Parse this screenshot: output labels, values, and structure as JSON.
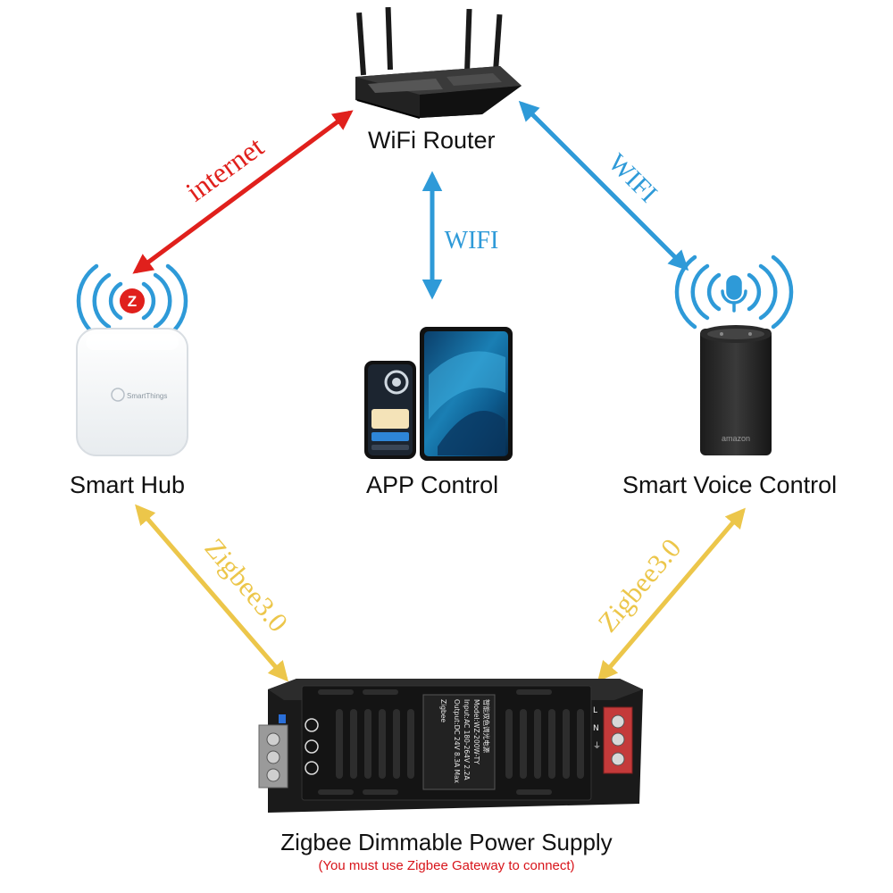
{
  "nodes": {
    "router": {
      "label": "WiFi Router"
    },
    "hub": {
      "label": "Smart Hub",
      "badge": "Z",
      "brand_text": "SmartThings"
    },
    "app": {
      "label": "APP Control"
    },
    "voice": {
      "label": "Smart Voice Control",
      "brand_text": "amazon"
    },
    "power_supply": {
      "label": "Zigbee Dimmable Power Supply",
      "note": "(You must use Zigbee Gateway to connect)",
      "plate_lines": [
        "智能双色调光电源",
        "Model:WZ-200W-TY",
        "Input:AC 180-264V 2.2A",
        "Output:DC 24V 8.3A Max"
      ],
      "plate_brand": "Zigbee",
      "terminal_letters": [
        "L",
        "N",
        "⏚"
      ]
    }
  },
  "connections": {
    "internet": {
      "label": "internet",
      "color": "#e0201c"
    },
    "wifi_center": {
      "label": "WIFI",
      "color": "#2e9ad8"
    },
    "wifi_right": {
      "label": "WIFI",
      "color": "#2e9ad8"
    },
    "zigbee_left": {
      "label": "Zigbee3.0",
      "color": "#ecc64a"
    },
    "zigbee_right": {
      "label": "Zigbee3.0",
      "color": "#ecc64a"
    }
  }
}
